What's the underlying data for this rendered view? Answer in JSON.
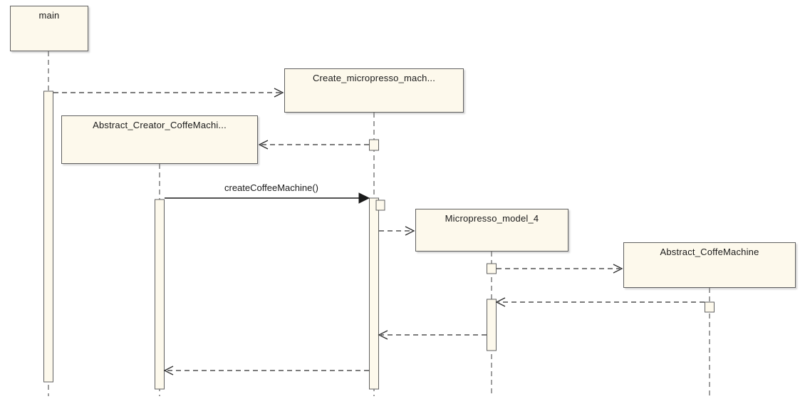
{
  "diagram": {
    "type": "UML sequence diagram",
    "participants": [
      {
        "label": "main"
      },
      {
        "label": "Create_micropresso_mach..."
      },
      {
        "label": "Abstract_Creator_CoffeMachi..."
      },
      {
        "label": "Micropresso_model_4"
      },
      {
        "label": "Abstract_CoffeMachine"
      }
    ],
    "messages": [
      {
        "from": "main",
        "to": "Create_micropresso_mach...",
        "label": "",
        "style": "dashed-open-arrow"
      },
      {
        "from": "Create_micropresso_mach...",
        "to": "Abstract_Creator_CoffeMachi...",
        "label": "",
        "style": "dashed-open-arrow"
      },
      {
        "from": "Abstract_Creator_CoffeMachi...",
        "to": "Create_micropresso_mach...",
        "label": "createCoffeeMachine()",
        "style": "solid-filled-arrow"
      },
      {
        "from": "Create_micropresso_mach...",
        "to": "Micropresso_model_4",
        "label": "",
        "style": "dashed-open-arrow"
      },
      {
        "from": "Micropresso_model_4",
        "to": "Abstract_CoffeMachine",
        "label": "",
        "style": "dashed-open-arrow"
      },
      {
        "from": "Abstract_CoffeMachine",
        "to": "Micropresso_model_4",
        "label": "",
        "style": "dashed-open-arrow"
      },
      {
        "from": "Micropresso_model_4",
        "to": "Create_micropresso_mach...",
        "label": "",
        "style": "dashed-open-arrow"
      },
      {
        "from": "Create_micropresso_mach...",
        "to": "Abstract_Creator_CoffeMachi...",
        "label": "",
        "style": "dashed-open-arrow"
      }
    ],
    "colors": {
      "background": "#ffffff",
      "box_fill": "#fdf9ec",
      "box_border": "#606060",
      "line": "#2e2e2e",
      "text": "#1a1a1a"
    }
  }
}
